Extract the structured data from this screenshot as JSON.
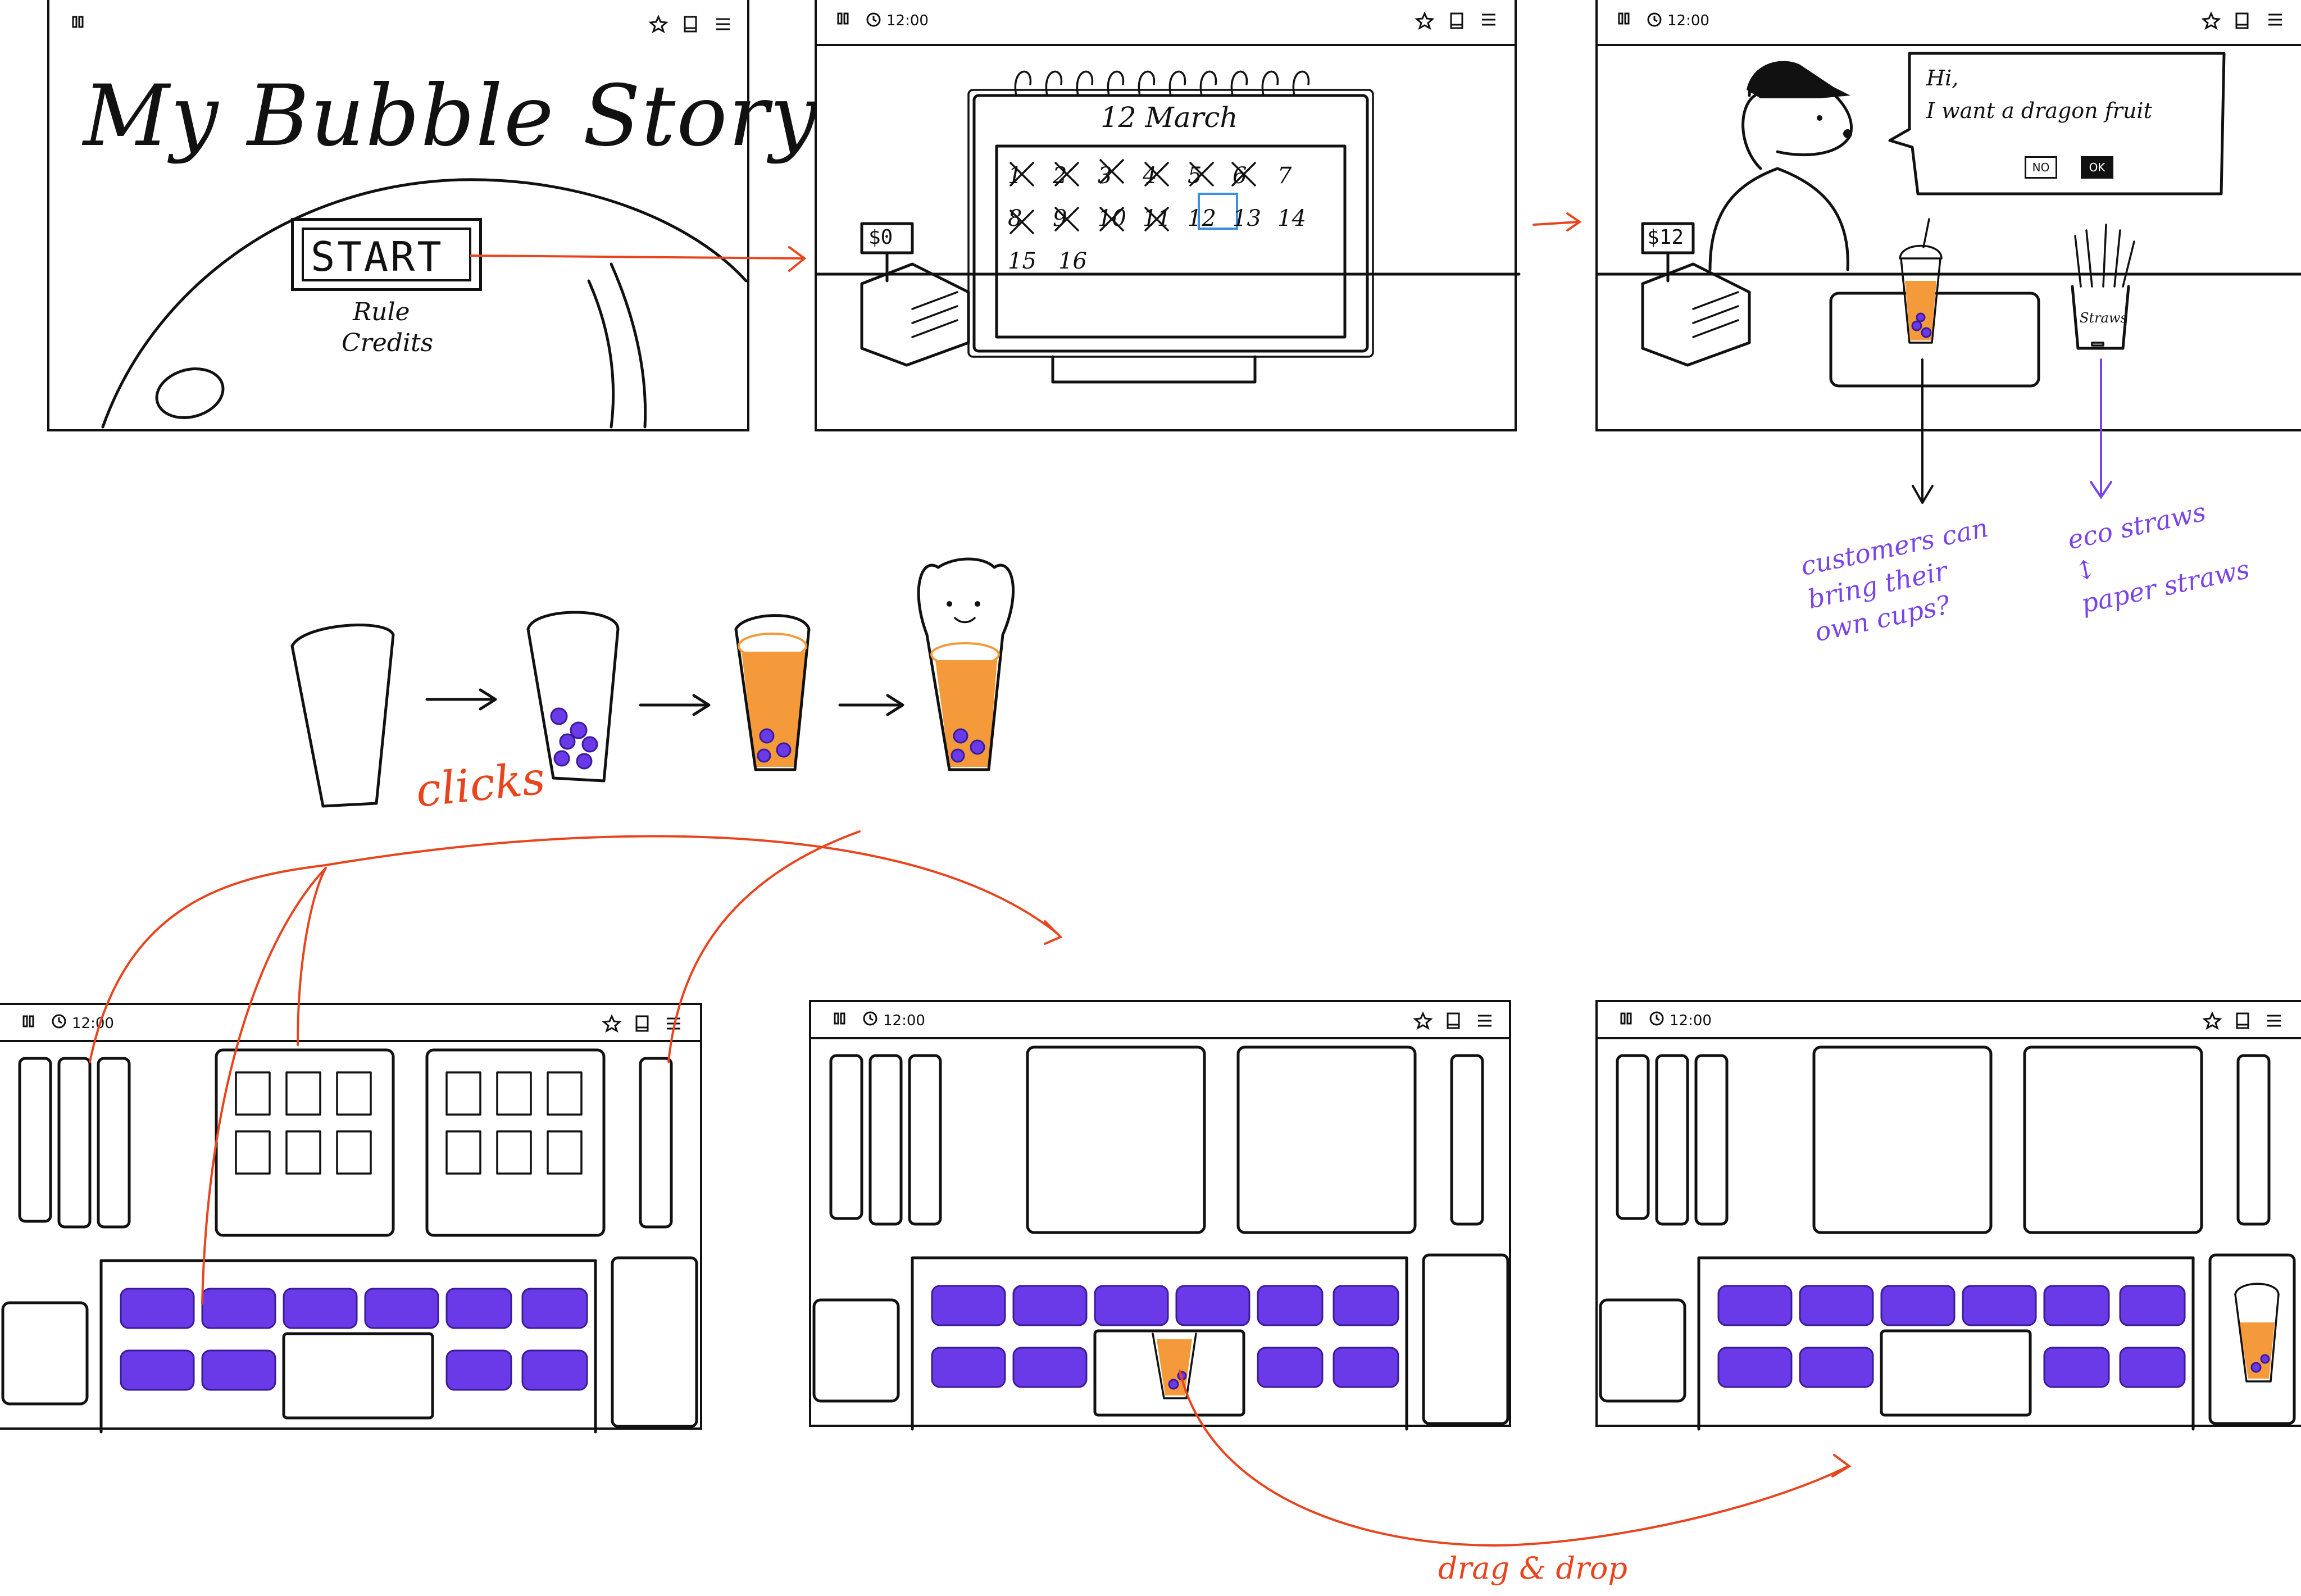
{
  "colors": {
    "annotation_red": "#e8451e",
    "annotation_violet": "#7a45e6",
    "boba": "#6a3ae8",
    "tea": "#f59a3a",
    "highlight_blue": "#3a8fe0"
  },
  "topbar": {
    "time": "12:00",
    "icons": [
      "pause-icon",
      "clock-icon",
      "star-icon",
      "book-icon",
      "menu-icon"
    ]
  },
  "screen1": {
    "title": "My Bubble Story",
    "start_label": "START",
    "menu": [
      "Rule",
      "Credits"
    ]
  },
  "screen2": {
    "register_amount": "$0",
    "calendar_title": "12 March",
    "days_row1": [
      "1",
      "2",
      "3",
      "4",
      "5",
      "6",
      "7"
    ],
    "days_row2": [
      "8",
      "9",
      "10",
      "11",
      "12",
      "13",
      "14"
    ],
    "days_row3": [
      "15",
      "16"
    ],
    "today": "12"
  },
  "screen3": {
    "register_amount": "$12",
    "speech": "Hi,\nI want a dragon fruit",
    "no_label": "NO",
    "ok_label": "OK",
    "straws_label": "Straws"
  },
  "annotations": {
    "clicks": "clicks",
    "own_cups": "customers can bring their own cups?",
    "eco_straws": "eco straws\n↕\npaper straws",
    "drag_drop": "drag & drop"
  }
}
